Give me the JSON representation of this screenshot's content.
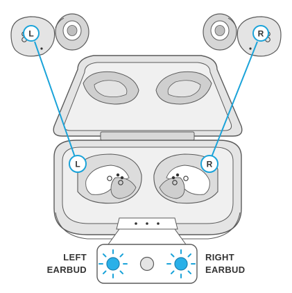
{
  "labels": {
    "left_line1": "LEFT",
    "left_line2": "EARBUD",
    "right_line1": "RIGHT",
    "right_line2": "EARBUD"
  },
  "markers": {
    "left": "L",
    "right": "R"
  },
  "colors": {
    "callout": "#1aa3d9",
    "outline": "#5a5a5a",
    "body_fill": "#e4e4e4",
    "shade_fill": "#cfcfcf",
    "light_fill": "#f0f0f0",
    "led_glow": "#2ab0e8"
  },
  "indicators": {
    "left_led": "lit",
    "center_led": "off",
    "right_led": "lit"
  }
}
